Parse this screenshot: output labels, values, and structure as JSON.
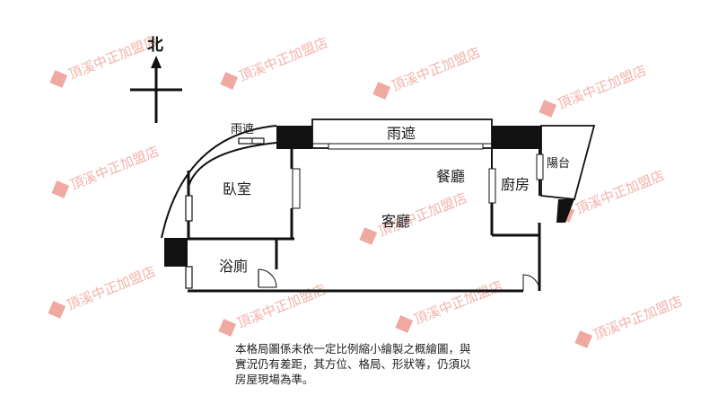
{
  "compass": {
    "north_label": "北"
  },
  "rooms": {
    "bedroom": "臥室",
    "bathroom": "浴廁",
    "living_room": "客廳",
    "dining_room": "餐廳",
    "kitchen": "廚房",
    "balcony": "陽台",
    "canopy_main": "雨遮",
    "canopy_left": "雨遮"
  },
  "watermark": {
    "text": "頂溪中正加盟店"
  },
  "disclaimer": {
    "line1": "本格局圖係未依一定比例縮小繪製之概繪圖，與",
    "line2": "實況仍有差距，其方位、格局、形狀等，仍須以",
    "line3": "房屋現場為準。"
  },
  "colors": {
    "wall": "#111111",
    "watermark": "#f2b3ab",
    "logo": "#f0a9a0",
    "background": "#ffffff"
  }
}
